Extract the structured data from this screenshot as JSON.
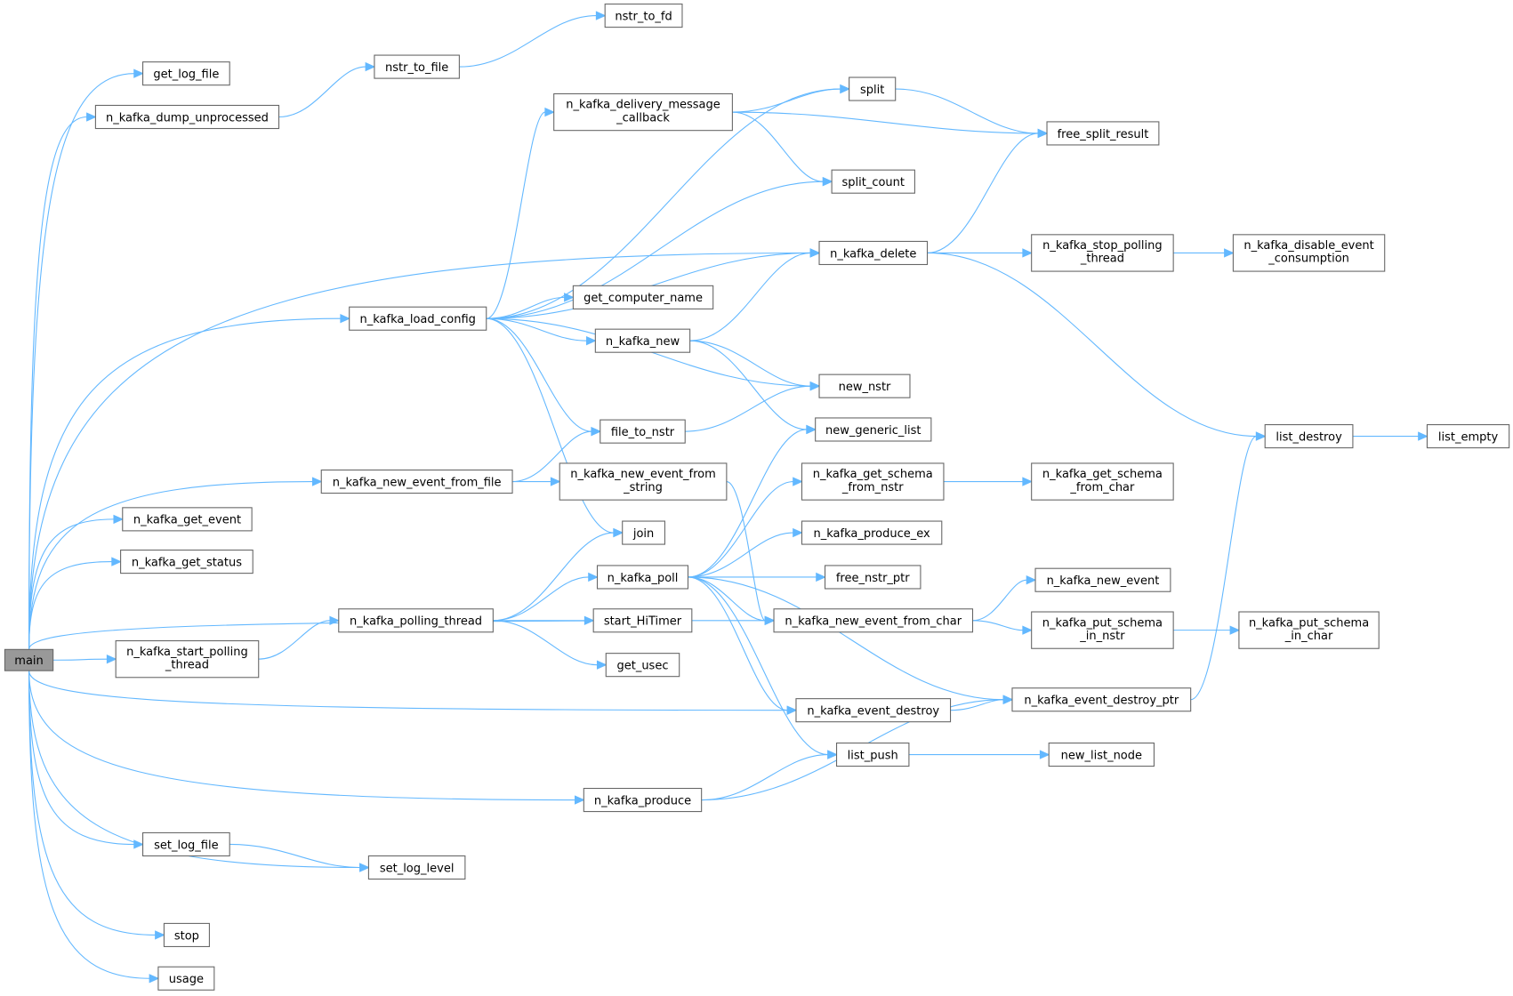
{
  "graph": {
    "root": "main",
    "colors": {
      "edge": "#63b8ff",
      "node_border": "#666666",
      "root_fill": "#999999",
      "node_fill": "#ffffff"
    },
    "nodes": [
      {
        "id": "main",
        "lines": [
          "main"
        ]
      },
      {
        "id": "get_log_file",
        "lines": [
          "get_log_file"
        ]
      },
      {
        "id": "n_kafka_dump_unprocessed",
        "lines": [
          "n_kafka_dump_unprocessed"
        ]
      },
      {
        "id": "nstr_to_file",
        "lines": [
          "nstr_to_file"
        ]
      },
      {
        "id": "nstr_to_fd",
        "lines": [
          "nstr_to_fd"
        ]
      },
      {
        "id": "split",
        "lines": [
          "split"
        ]
      },
      {
        "id": "n_kafka_delivery_message_callback",
        "lines": [
          "n_kafka_delivery_message",
          "_callback"
        ]
      },
      {
        "id": "free_split_result",
        "lines": [
          "free_split_result"
        ]
      },
      {
        "id": "split_count",
        "lines": [
          "split_count"
        ]
      },
      {
        "id": "n_kafka_delete",
        "lines": [
          "n_kafka_delete"
        ]
      },
      {
        "id": "n_kafka_stop_polling_thread",
        "lines": [
          "n_kafka_stop_polling",
          "_thread"
        ]
      },
      {
        "id": "n_kafka_disable_event_consumption",
        "lines": [
          "n_kafka_disable_event",
          "_consumption"
        ]
      },
      {
        "id": "n_kafka_load_config",
        "lines": [
          "n_kafka_load_config"
        ]
      },
      {
        "id": "get_computer_name",
        "lines": [
          "get_computer_name"
        ]
      },
      {
        "id": "n_kafka_new",
        "lines": [
          "n_kafka_new"
        ]
      },
      {
        "id": "new_nstr",
        "lines": [
          "new_nstr"
        ]
      },
      {
        "id": "file_to_nstr",
        "lines": [
          "file_to_nstr"
        ]
      },
      {
        "id": "new_generic_list",
        "lines": [
          "new_generic_list"
        ]
      },
      {
        "id": "list_destroy",
        "lines": [
          "list_destroy"
        ]
      },
      {
        "id": "list_empty",
        "lines": [
          "list_empty"
        ]
      },
      {
        "id": "n_kafka_new_event_from_file",
        "lines": [
          "n_kafka_new_event_from_file"
        ]
      },
      {
        "id": "n_kafka_new_event_from_string",
        "lines": [
          "n_kafka_new_event_from",
          "_string"
        ]
      },
      {
        "id": "n_kafka_get_schema_from_nstr",
        "lines": [
          "n_kafka_get_schema",
          "_from_nstr"
        ]
      },
      {
        "id": "n_kafka_get_schema_from_char",
        "lines": [
          "n_kafka_get_schema",
          "_from_char"
        ]
      },
      {
        "id": "n_kafka_get_event",
        "lines": [
          "n_kafka_get_event"
        ]
      },
      {
        "id": "join",
        "lines": [
          "join"
        ]
      },
      {
        "id": "n_kafka_produce_ex",
        "lines": [
          "n_kafka_produce_ex"
        ]
      },
      {
        "id": "n_kafka_get_status",
        "lines": [
          "n_kafka_get_status"
        ]
      },
      {
        "id": "n_kafka_poll",
        "lines": [
          "n_kafka_poll"
        ]
      },
      {
        "id": "free_nstr_ptr",
        "lines": [
          "free_nstr_ptr"
        ]
      },
      {
        "id": "n_kafka_new_event",
        "lines": [
          "n_kafka_new_event"
        ]
      },
      {
        "id": "n_kafka_polling_thread",
        "lines": [
          "n_kafka_polling_thread"
        ]
      },
      {
        "id": "start_HiTimer",
        "lines": [
          "start_HiTimer"
        ]
      },
      {
        "id": "n_kafka_new_event_from_char",
        "lines": [
          "n_kafka_new_event_from_char"
        ]
      },
      {
        "id": "n_kafka_put_schema_in_nstr",
        "lines": [
          "n_kafka_put_schema",
          "_in_nstr"
        ]
      },
      {
        "id": "n_kafka_put_schema_in_char",
        "lines": [
          "n_kafka_put_schema",
          "_in_char"
        ]
      },
      {
        "id": "n_kafka_start_polling_thread",
        "lines": [
          "n_kafka_start_polling",
          "_thread"
        ]
      },
      {
        "id": "get_usec",
        "lines": [
          "get_usec"
        ]
      },
      {
        "id": "n_kafka_event_destroy_ptr",
        "lines": [
          "n_kafka_event_destroy_ptr"
        ]
      },
      {
        "id": "n_kafka_event_destroy",
        "lines": [
          "n_kafka_event_destroy"
        ]
      },
      {
        "id": "list_push",
        "lines": [
          "list_push"
        ]
      },
      {
        "id": "new_list_node",
        "lines": [
          "new_list_node"
        ]
      },
      {
        "id": "n_kafka_produce",
        "lines": [
          "n_kafka_produce"
        ]
      },
      {
        "id": "set_log_file",
        "lines": [
          "set_log_file"
        ]
      },
      {
        "id": "set_log_level",
        "lines": [
          "set_log_level"
        ]
      },
      {
        "id": "stop",
        "lines": [
          "stop"
        ]
      },
      {
        "id": "usage",
        "lines": [
          "usage"
        ]
      }
    ],
    "edges": [
      [
        "main",
        "get_log_file"
      ],
      [
        "main",
        "n_kafka_dump_unprocessed"
      ],
      [
        "main",
        "n_kafka_delete"
      ],
      [
        "main",
        "n_kafka_load_config"
      ],
      [
        "main",
        "n_kafka_new_event_from_file"
      ],
      [
        "main",
        "n_kafka_get_event"
      ],
      [
        "main",
        "n_kafka_get_status"
      ],
      [
        "main",
        "n_kafka_start_polling_thread"
      ],
      [
        "main",
        "n_kafka_new_event_from_char"
      ],
      [
        "main",
        "n_kafka_event_destroy"
      ],
      [
        "main",
        "n_kafka_produce"
      ],
      [
        "main",
        "set_log_file"
      ],
      [
        "main",
        "set_log_level"
      ],
      [
        "main",
        "stop"
      ],
      [
        "main",
        "usage"
      ],
      [
        "n_kafka_dump_unprocessed",
        "nstr_to_file"
      ],
      [
        "nstr_to_file",
        "nstr_to_fd"
      ],
      [
        "n_kafka_load_config",
        "split"
      ],
      [
        "n_kafka_load_config",
        "n_kafka_delivery_message_callback"
      ],
      [
        "n_kafka_load_config",
        "split_count"
      ],
      [
        "n_kafka_load_config",
        "n_kafka_delete"
      ],
      [
        "n_kafka_load_config",
        "get_computer_name"
      ],
      [
        "n_kafka_load_config",
        "n_kafka_new"
      ],
      [
        "n_kafka_load_config",
        "new_nstr"
      ],
      [
        "n_kafka_load_config",
        "file_to_nstr"
      ],
      [
        "n_kafka_load_config",
        "join"
      ],
      [
        "n_kafka_delivery_message_callback",
        "split"
      ],
      [
        "n_kafka_delivery_message_callback",
        "free_split_result"
      ],
      [
        "n_kafka_delivery_message_callback",
        "split_count"
      ],
      [
        "split",
        "free_split_result"
      ],
      [
        "n_kafka_delete",
        "free_split_result"
      ],
      [
        "n_kafka_delete",
        "n_kafka_stop_polling_thread"
      ],
      [
        "n_kafka_delete",
        "list_destroy"
      ],
      [
        "n_kafka_stop_polling_thread",
        "n_kafka_disable_event_consumption"
      ],
      [
        "n_kafka_new",
        "n_kafka_delete"
      ],
      [
        "n_kafka_new",
        "new_nstr"
      ],
      [
        "n_kafka_new",
        "new_generic_list"
      ],
      [
        "file_to_nstr",
        "new_nstr"
      ],
      [
        "list_destroy",
        "list_empty"
      ],
      [
        "n_kafka_new_event_from_file",
        "file_to_nstr"
      ],
      [
        "n_kafka_new_event_from_file",
        "n_kafka_new_event_from_string"
      ],
      [
        "n_kafka_new_event_from_string",
        "n_kafka_new_event_from_char"
      ],
      [
        "n_kafka_get_schema_from_nstr",
        "n_kafka_get_schema_from_char"
      ],
      [
        "n_kafka_poll",
        "new_generic_list"
      ],
      [
        "n_kafka_poll",
        "n_kafka_get_schema_from_nstr"
      ],
      [
        "n_kafka_poll",
        "n_kafka_produce_ex"
      ],
      [
        "n_kafka_poll",
        "free_nstr_ptr"
      ],
      [
        "n_kafka_poll",
        "n_kafka_new_event_from_char"
      ],
      [
        "n_kafka_poll",
        "n_kafka_event_destroy_ptr"
      ],
      [
        "n_kafka_poll",
        "n_kafka_event_destroy"
      ],
      [
        "n_kafka_poll",
        "list_push"
      ],
      [
        "n_kafka_polling_thread",
        "join"
      ],
      [
        "n_kafka_polling_thread",
        "n_kafka_poll"
      ],
      [
        "n_kafka_polling_thread",
        "start_HiTimer"
      ],
      [
        "n_kafka_polling_thread",
        "get_usec"
      ],
      [
        "n_kafka_start_polling_thread",
        "n_kafka_polling_thread"
      ],
      [
        "n_kafka_new_event_from_char",
        "n_kafka_new_event"
      ],
      [
        "n_kafka_new_event_from_char",
        "n_kafka_put_schema_in_nstr"
      ],
      [
        "n_kafka_put_schema_in_nstr",
        "n_kafka_put_schema_in_char"
      ],
      [
        "n_kafka_event_destroy",
        "n_kafka_event_destroy_ptr"
      ],
      [
        "n_kafka_event_destroy_ptr",
        "list_destroy"
      ],
      [
        "list_push",
        "new_list_node"
      ],
      [
        "n_kafka_produce",
        "list_push"
      ],
      [
        "n_kafka_produce",
        "n_kafka_event_destroy_ptr"
      ],
      [
        "set_log_file",
        "set_log_level"
      ]
    ]
  }
}
